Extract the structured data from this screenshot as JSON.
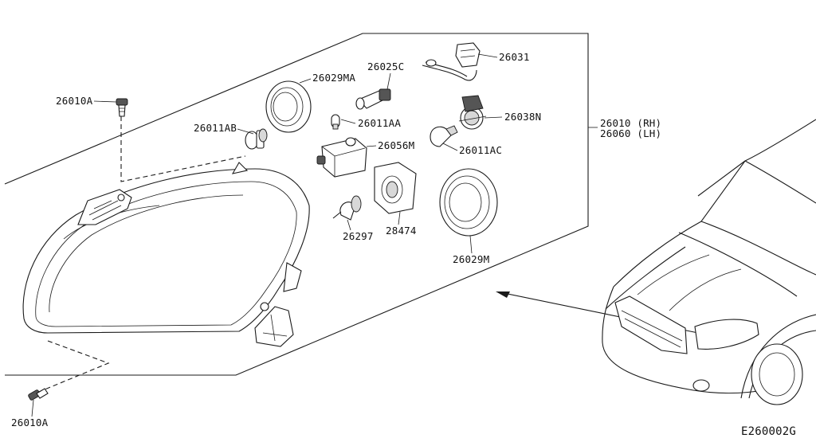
{
  "diagram": {
    "catalog_code": "E260002G",
    "assembly": {
      "rh": "26010 (RH)",
      "lh": "26060 (LH)"
    },
    "callouts": {
      "bolt_top": "26010A",
      "bolt_bottom": "26010A",
      "bulb_ab": "26011AB",
      "seal_cap_ma": "26029MA",
      "socket_c": "26025C",
      "harness": "26031",
      "bulb_aa": "26011AA",
      "socket_n": "26038N",
      "bulb_ac": "26011AC",
      "actuator": "26056M",
      "ballast_socket": "28474",
      "bulb_main": "26297",
      "seal_cap_m": "26029M"
    }
  }
}
